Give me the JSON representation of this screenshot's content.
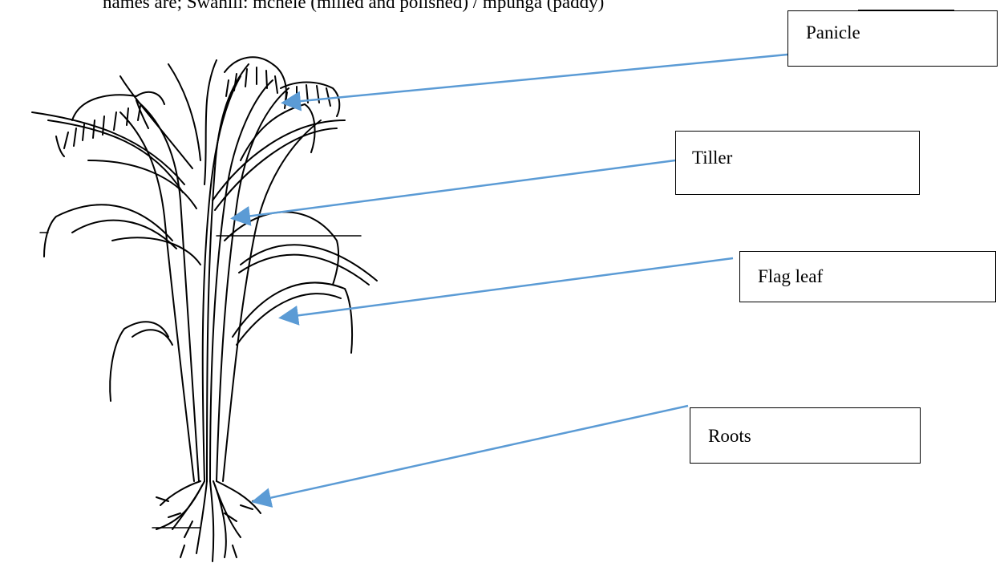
{
  "header": {
    "text": "names are; Swahili: mchele (milled and polished) / mpunga (paddy)"
  },
  "labels": {
    "panicle": "Panicle",
    "tiller": "Tiller",
    "flag_leaf": "Flag leaf",
    "roots": "Roots"
  },
  "colors": {
    "arrow": "#5b9bd5",
    "plant": "#000000",
    "box_border": "#000000"
  }
}
